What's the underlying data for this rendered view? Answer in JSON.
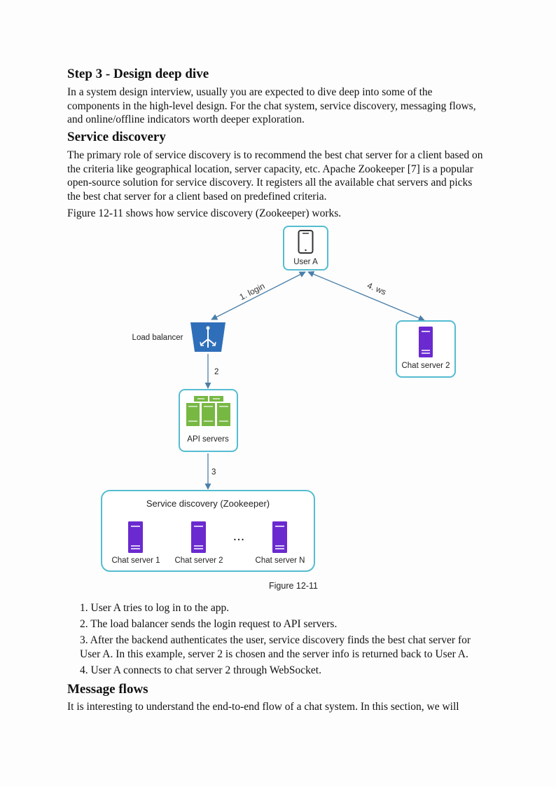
{
  "section_title": "Step 3 - Design deep dive",
  "intro": "In a system design interview, usually you are expected to dive deep into some of the components in the high-level design. For the chat system, service discovery, messaging flows, and online/offline indicators worth deeper exploration.",
  "service_discovery": {
    "heading": "Service discovery",
    "body": "The primary role of service discovery is to recommend the best chat server for a client based on the criteria like geographical location, server capacity, etc. Apache Zookeeper [7] is a popular open-source solution for service discovery. It registers all the available chat servers and picks the best chat server for a client based on predefined criteria.",
    "figure_ref": "Figure 12-11 shows how service discovery (Zookeeper) works."
  },
  "diagram": {
    "user": "User A",
    "edge_login": "1. login",
    "edge_ws": "4. ws",
    "load_balancer": "Load balancer",
    "chat_server_2_top": "Chat server 2",
    "edge_2": "2",
    "api_servers": "API servers",
    "edge_3": "3",
    "zookeeper_title": "Service discovery (Zookeeper)",
    "zk_server_1": "Chat server 1",
    "zk_server_2": "Chat server 2",
    "ellipsis": "...",
    "zk_server_n": "Chat server N",
    "caption": "Figure 12-11",
    "colors": {
      "box_border": "#55bcd1",
      "arrow": "#4a7fa8",
      "lb_blue": "#2f6fba",
      "server_purple": "#6a2ad0",
      "api_green": "#77b843"
    }
  },
  "steps": [
    "1. User A tries to log in to the app.",
    "2. The load balancer sends the login request to API servers.",
    "3. After the backend authenticates the user, service discovery finds the best chat server for User A. In this example, server 2 is chosen and the server info is returned back to User A.",
    "4. User A connects to chat server 2 through WebSocket."
  ],
  "message_flows": {
    "heading": "Message flows",
    "body": "It is interesting to understand the end-to-end flow of a chat system. In this section, we will"
  }
}
